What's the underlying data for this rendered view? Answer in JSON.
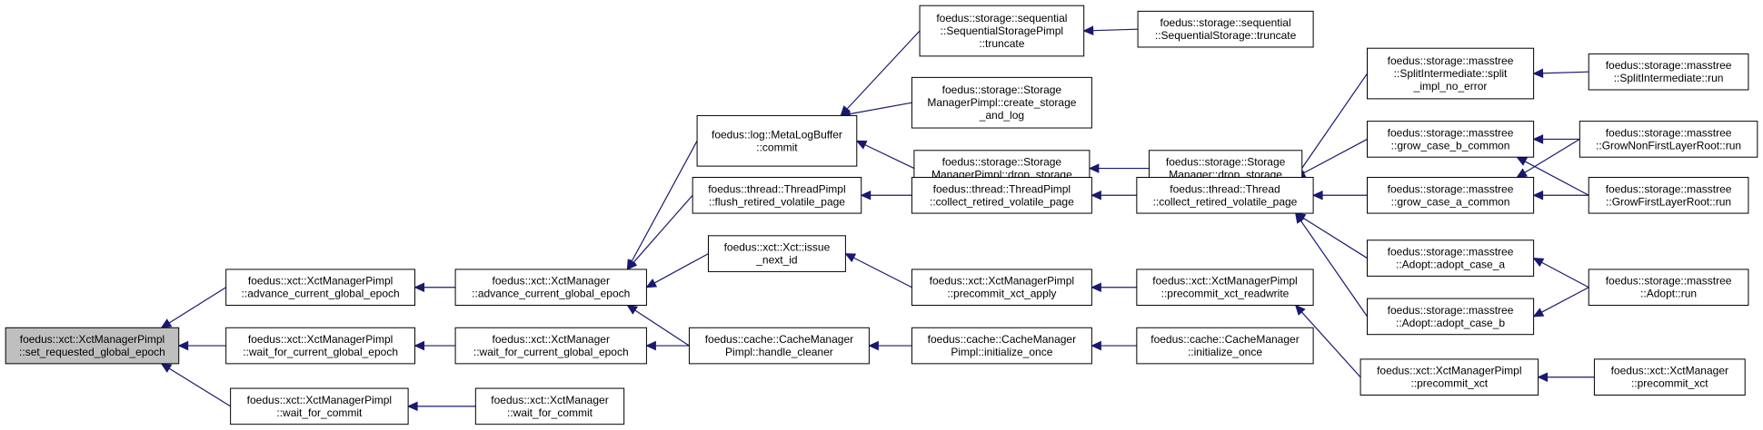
{
  "colors": {
    "edge": "#191970",
    "root_fill": "#bfbfbf",
    "node_fill": "#ffffff",
    "node_stroke": "#000000"
  },
  "nodes": [
    {
      "id": "n0",
      "lines": [
        "foedus::xct::XctManagerPimpl",
        "::set_requested_global_epoch"
      ],
      "root": true
    },
    {
      "id": "n1",
      "lines": [
        "foedus::xct::XctManagerPimpl",
        "::advance_current_global_epoch"
      ]
    },
    {
      "id": "n2",
      "lines": [
        "foedus::xct::XctManagerPimpl",
        "::wait_for_current_global_epoch"
      ]
    },
    {
      "id": "n3",
      "lines": [
        "foedus::xct::XctManagerPimpl",
        "::wait_for_commit"
      ]
    },
    {
      "id": "n4",
      "lines": [
        "foedus::xct::XctManager",
        "::advance_current_global_epoch"
      ]
    },
    {
      "id": "n5",
      "lines": [
        "foedus::xct::XctManager",
        "::wait_for_current_global_epoch"
      ]
    },
    {
      "id": "n6",
      "lines": [
        "foedus::xct::XctManager",
        "::wait_for_commit"
      ]
    },
    {
      "id": "n7",
      "lines": [
        "foedus::log::MetaLogBuffer",
        "::commit"
      ]
    },
    {
      "id": "n8",
      "lines": [
        "foedus::thread::ThreadPimpl",
        "::flush_retired_volatile_page"
      ]
    },
    {
      "id": "n9",
      "lines": [
        "foedus::xct::Xct::issue",
        "_next_id"
      ]
    },
    {
      "id": "n10",
      "lines": [
        "foedus::cache::CacheManager",
        "Pimpl::handle_cleaner"
      ]
    },
    {
      "id": "n11",
      "lines": [
        "foedus::storage::sequential",
        "::SequentialStoragePimpl",
        "::truncate"
      ]
    },
    {
      "id": "n12",
      "lines": [
        "foedus::storage::Storage",
        "ManagerPimpl::create_storage",
        "_and_log"
      ]
    },
    {
      "id": "n13",
      "lines": [
        "foedus::storage::Storage",
        "ManagerPimpl::drop_storage"
      ]
    },
    {
      "id": "n14",
      "lines": [
        "foedus::thread::ThreadPimpl",
        "::collect_retired_volatile_page"
      ]
    },
    {
      "id": "n15",
      "lines": [
        "foedus::xct::XctManagerPimpl",
        "::precommit_xct_apply"
      ]
    },
    {
      "id": "n16",
      "lines": [
        "foedus::cache::CacheManager",
        "Pimpl::initialize_once"
      ]
    },
    {
      "id": "n17",
      "lines": [
        "foedus::storage::sequential",
        "::SequentialStorage::truncate"
      ]
    },
    {
      "id": "n18",
      "lines": [
        "foedus::storage::Storage",
        "Manager::drop_storage"
      ]
    },
    {
      "id": "n19",
      "lines": [
        "foedus::thread::Thread",
        "::collect_retired_volatile_page"
      ]
    },
    {
      "id": "n20",
      "lines": [
        "foedus::xct::XctManagerPimpl",
        "::precommit_xct_readwrite"
      ]
    },
    {
      "id": "n21",
      "lines": [
        "foedus::cache::CacheManager",
        "::initialize_once"
      ]
    },
    {
      "id": "n22",
      "lines": [
        "foedus::storage::masstree",
        "::SplitIntermediate::split",
        "_impl_no_error"
      ]
    },
    {
      "id": "n23",
      "lines": [
        "foedus::storage::masstree",
        "::grow_case_b_common"
      ]
    },
    {
      "id": "n24",
      "lines": [
        "foedus::storage::masstree",
        "::grow_case_a_common"
      ]
    },
    {
      "id": "n25",
      "lines": [
        "foedus::storage::masstree",
        "::Adopt::adopt_case_a"
      ]
    },
    {
      "id": "n26",
      "lines": [
        "foedus::storage::masstree",
        "::Adopt::adopt_case_b"
      ]
    },
    {
      "id": "n27",
      "lines": [
        "foedus::xct::XctManagerPimpl",
        "::precommit_xct"
      ]
    },
    {
      "id": "n28",
      "lines": [
        "foedus::storage::masstree",
        "::SplitIntermediate::run"
      ]
    },
    {
      "id": "n29",
      "lines": [
        "foedus::storage::masstree",
        "::GrowNonFirstLayerRoot::run"
      ]
    },
    {
      "id": "n30",
      "lines": [
        "foedus::storage::masstree",
        "::GrowFirstLayerRoot::run"
      ]
    },
    {
      "id": "n31",
      "lines": [
        "foedus::storage::masstree",
        "::Adopt::run"
      ]
    },
    {
      "id": "n32",
      "lines": [
        "foedus::xct::XctManager",
        "::precommit_xct"
      ]
    }
  ],
  "edges": [
    [
      "n1",
      "n0"
    ],
    [
      "n2",
      "n0"
    ],
    [
      "n3",
      "n0"
    ],
    [
      "n4",
      "n1"
    ],
    [
      "n5",
      "n2"
    ],
    [
      "n6",
      "n3"
    ],
    [
      "n7",
      "n4"
    ],
    [
      "n8",
      "n4"
    ],
    [
      "n9",
      "n4"
    ],
    [
      "n10",
      "n4"
    ],
    [
      "n10",
      "n5"
    ],
    [
      "n11",
      "n7"
    ],
    [
      "n12",
      "n7"
    ],
    [
      "n13",
      "n7"
    ],
    [
      "n14",
      "n8"
    ],
    [
      "n15",
      "n9"
    ],
    [
      "n16",
      "n10"
    ],
    [
      "n17",
      "n11"
    ],
    [
      "n18",
      "n13"
    ],
    [
      "n19",
      "n14"
    ],
    [
      "n20",
      "n15"
    ],
    [
      "n21",
      "n16"
    ],
    [
      "n22",
      "n19"
    ],
    [
      "n23",
      "n19"
    ],
    [
      "n24",
      "n19"
    ],
    [
      "n25",
      "n19"
    ],
    [
      "n26",
      "n19"
    ],
    [
      "n27",
      "n20"
    ],
    [
      "n28",
      "n22"
    ],
    [
      "n29",
      "n23"
    ],
    [
      "n30",
      "n23"
    ],
    [
      "n29",
      "n24"
    ],
    [
      "n30",
      "n24"
    ],
    [
      "n31",
      "n25"
    ],
    [
      "n31",
      "n26"
    ],
    [
      "n32",
      "n27"
    ]
  ]
}
